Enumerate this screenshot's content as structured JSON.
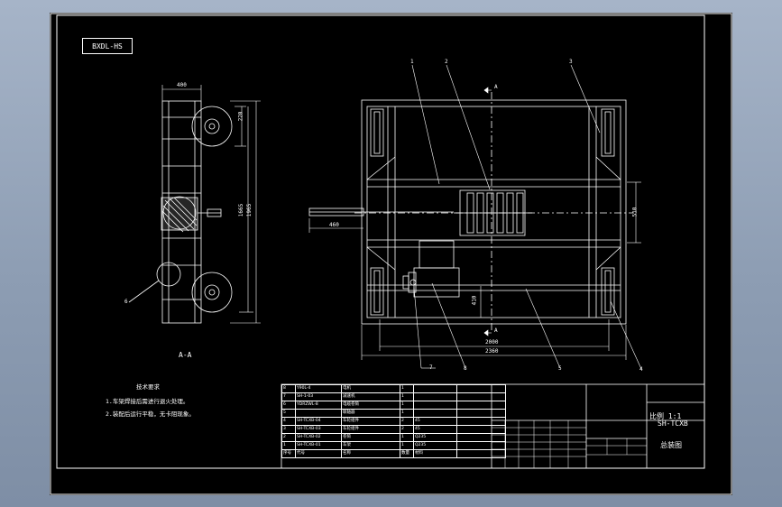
{
  "drawing": {
    "code_box": "BXDL-HS",
    "section_label": "A-A",
    "section_mark_top": "A",
    "section_mark_bottom": "A",
    "left_view": {
      "dim_width": "400",
      "dim_top": "220",
      "dim_mid": "1665",
      "dim_total": "1965",
      "callout": "6"
    },
    "main_view": {
      "callouts_top": [
        "1",
        "2",
        "3"
      ],
      "callouts_bottom": [
        "7",
        "8",
        "5",
        "4"
      ],
      "dim_shaft": "460",
      "dim_right": "510",
      "dim_small": "410",
      "dim_inner_width": "2000",
      "dim_total_width": "2360"
    },
    "notes": {
      "title": "技术要求",
      "line1": "1.车架焊接后需进行退火处理。",
      "line2": "2.装配后运行平稳，无卡阻现象。"
    }
  },
  "title_block": {
    "drawing_number": "SH-TCXB",
    "title": "总装图",
    "scale_label": "比例 1:1",
    "parts": [
      {
        "no": "8",
        "code": "Y90L-4",
        "name": "电机",
        "qty": "1",
        "material": ""
      },
      {
        "no": "7",
        "code": "SH-1-03",
        "name": "减速机",
        "qty": "1",
        "material": ""
      },
      {
        "no": "6",
        "code": "YDRZWL-8",
        "name": "电缆卷筒",
        "qty": "1",
        "material": ""
      },
      {
        "no": "5",
        "code": "",
        "name": "联轴器",
        "qty": "1",
        "material": ""
      },
      {
        "no": "4",
        "code": "SH-TCXB-04",
        "name": "车轮组件",
        "qty": "2",
        "material": "45"
      },
      {
        "no": "3",
        "code": "SH-TCXB-03",
        "name": "车轮组件",
        "qty": "2",
        "material": "45"
      },
      {
        "no": "2",
        "code": "SH-TCXB-02",
        "name": "卷筒",
        "qty": "1",
        "material": "Q235"
      },
      {
        "no": "1",
        "code": "SH-TCXB-01",
        "name": "车架",
        "qty": "1",
        "material": "Q235"
      }
    ],
    "header": {
      "no": "序号",
      "code": "代号",
      "name": "名称",
      "qty": "数量",
      "material": "材料"
    }
  }
}
